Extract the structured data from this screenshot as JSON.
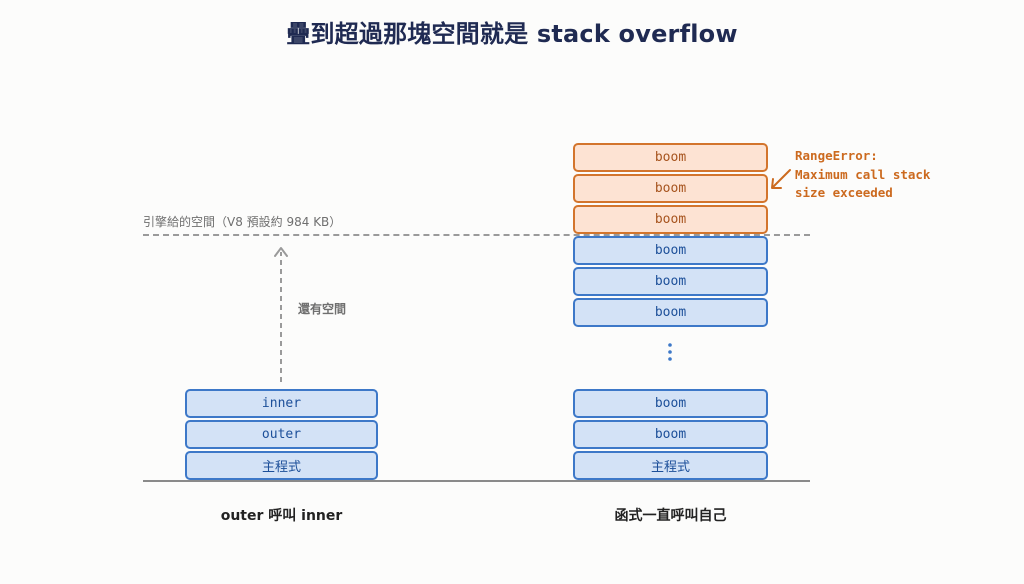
{
  "title": "疊到超過那塊空間就是 stack overflow",
  "limit_label": "引擎給的空間（V8 預設約 984 KB）",
  "room_label": "還有空間",
  "left_stack": {
    "caption": "outer 呼叫 inner",
    "frames": [
      "inner",
      "outer",
      "主程式"
    ]
  },
  "right_stack": {
    "caption": "函式一直呼叫自己",
    "overflow_frames": [
      "boom",
      "boom",
      "boom"
    ],
    "upper_frames": [
      "boom",
      "boom",
      "boom"
    ],
    "lower_frames": [
      "boom",
      "boom",
      "主程式"
    ]
  },
  "error": {
    "line1": "RangeError:",
    "line2": "Maximum call stack",
    "line3": "size exceeded"
  },
  "colors": {
    "frame_fill": "#d3e2f6",
    "frame_border": "#3d78c8",
    "overflow_fill": "#fde3d3",
    "overflow_border": "#d3752d",
    "error_text": "#cc6a1f",
    "title": "#1f2a52"
  }
}
